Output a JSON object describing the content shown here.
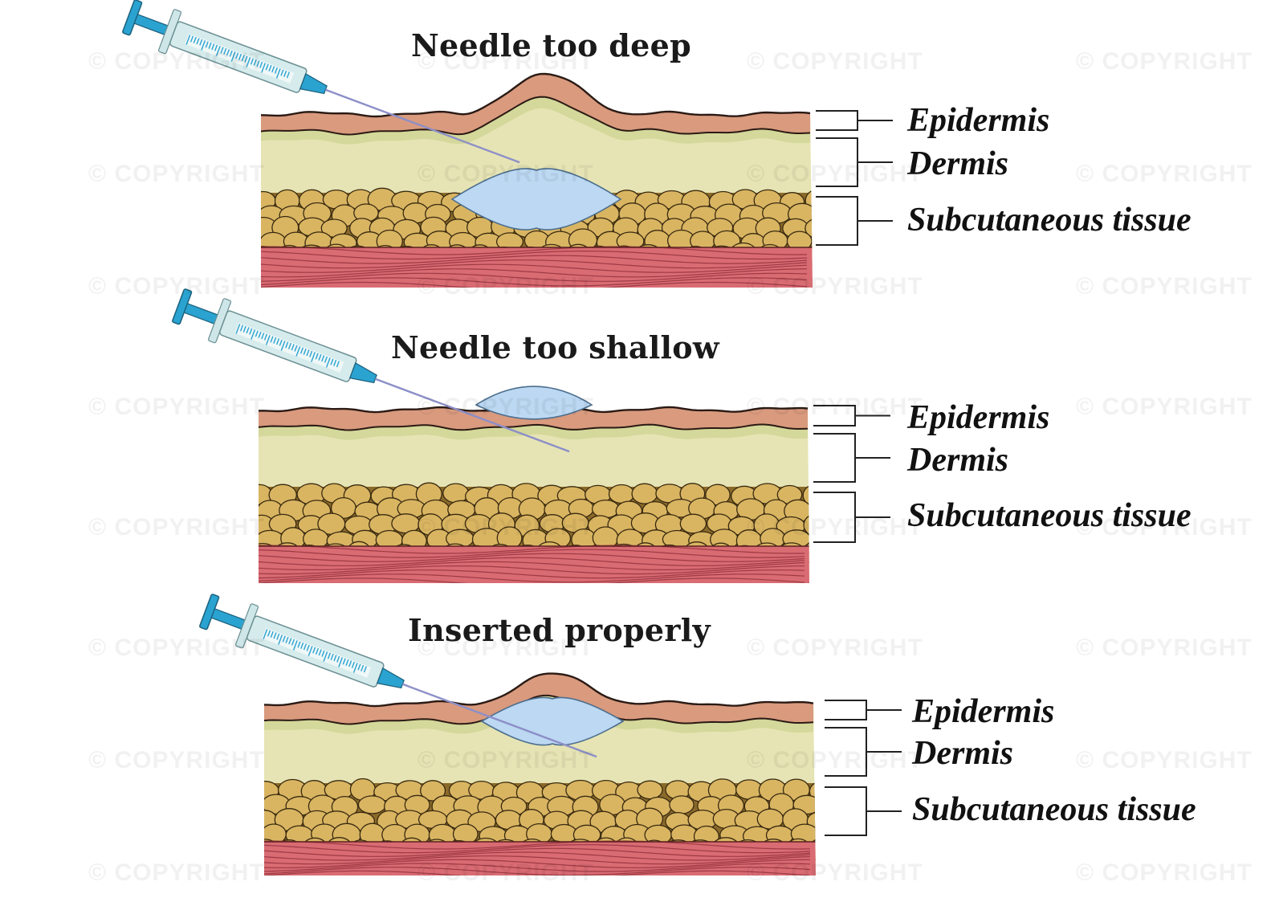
{
  "colors": {
    "epidermis_fill": "#d99a7e",
    "epidermis_stroke": "#2a1a14",
    "dermis_fill": "#e6e4b4",
    "dermis_band": "#d4d89a",
    "fat_fill": "#d9b562",
    "fat_stroke": "#3a2a10",
    "muscle_fill": "#d96b73",
    "muscle_line": "#8e2e38",
    "bolus_fill": "#bcd8f2",
    "bolus_stroke": "#4c6e8e",
    "syringe_barrel": "#d6ebec",
    "syringe_blue": "#2aa3d1",
    "needle": "#8d8fc8",
    "bracket": "#222222"
  },
  "watermark_text": "COPYRIGHT",
  "panels": [
    {
      "id": "deep",
      "title": "Needle too deep",
      "bolus_layer": "subcutaneous tissue",
      "labels": {
        "epidermis": "Epidermis",
        "dermis": "Dermis",
        "subcutaneous": "Subcutaneous tissue"
      }
    },
    {
      "id": "shallow",
      "title": "Needle too shallow",
      "bolus_layer": "epidermis",
      "labels": {
        "epidermis": "Epidermis",
        "dermis": "Dermis",
        "subcutaneous": "Subcutaneous tissue"
      }
    },
    {
      "id": "proper",
      "title": "Inserted properly",
      "bolus_layer": "dermis",
      "labels": {
        "epidermis": "Epidermis",
        "dermis": "Dermis",
        "subcutaneous": "Subcutaneous tissue"
      }
    }
  ]
}
